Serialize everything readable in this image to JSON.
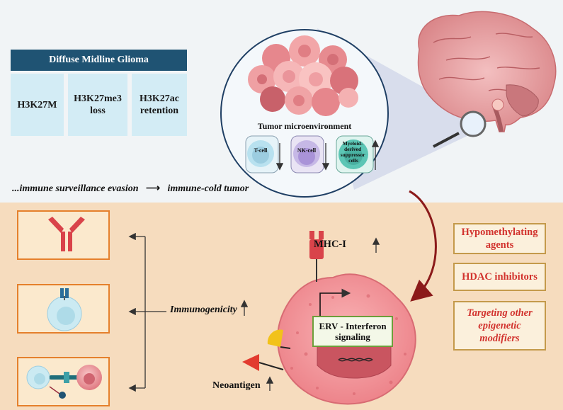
{
  "table": {
    "title": "Diffuse Midline Glioma",
    "cells": [
      "H3K27M",
      "H3K27me3\nloss",
      "H3K27ac\nretention"
    ]
  },
  "microenvironment": {
    "title": "Tumor microenvironment",
    "cells": [
      {
        "label": "T-cell",
        "trend": "down"
      },
      {
        "label": "NK-cell",
        "trend": "down"
      },
      {
        "label": "Myeloid-\nderived\nsuppressor\ncells",
        "trend": "up"
      }
    ]
  },
  "evasion": {
    "left": "...immune surveillance evasion",
    "right": "immune-cold tumor"
  },
  "labels": {
    "mhc": "MHC-I",
    "immunogenicity": "Immunogenicity",
    "neoantigen": "Neoantigen",
    "erv": "ERV - Interferon\nsignaling"
  },
  "therapies": [
    "Hypomethylating\nagents",
    "HDAC inhibitors",
    "Targeting other\nepigenetic\nmodifiers"
  ],
  "colors": {
    "header": "#1f5373",
    "cell": "#d3ecf5",
    "therapy_text": "#d2332e",
    "tumor": "#f08d92",
    "arrow_curve": "#8b1a1a"
  }
}
